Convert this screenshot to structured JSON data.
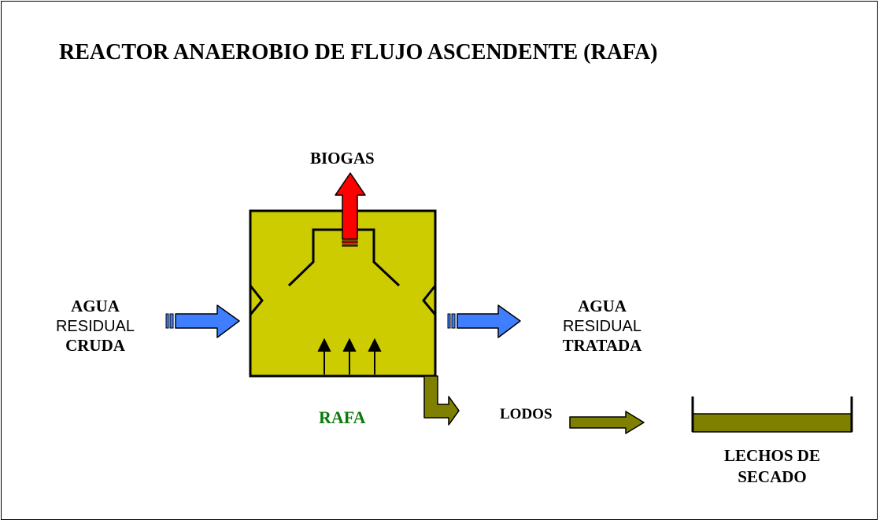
{
  "title": "REACTOR ANAEROBIO DE FLUJO ASCENDENTE (RAFA)",
  "biogas": "BIOGAS",
  "inlet": {
    "line1": "AGUA",
    "line2": "RESIDUAL",
    "line3": "CRUDA"
  },
  "outlet": {
    "line1": "AGUA",
    "line2": "RESIDUAL",
    "line3": "TRATADA"
  },
  "reactor_label": "RAFA",
  "sludge": "LODOS",
  "drying_beds": {
    "line1": "LECHOS DE",
    "line2": "SECADO"
  },
  "colors": {
    "reactor_fill": "#cccc00",
    "water_arrow": "#3f7fff",
    "biogas_arrow": "#ff0000",
    "sludge_arrow": "#808000",
    "reactor_label": "#0a7a0a"
  }
}
